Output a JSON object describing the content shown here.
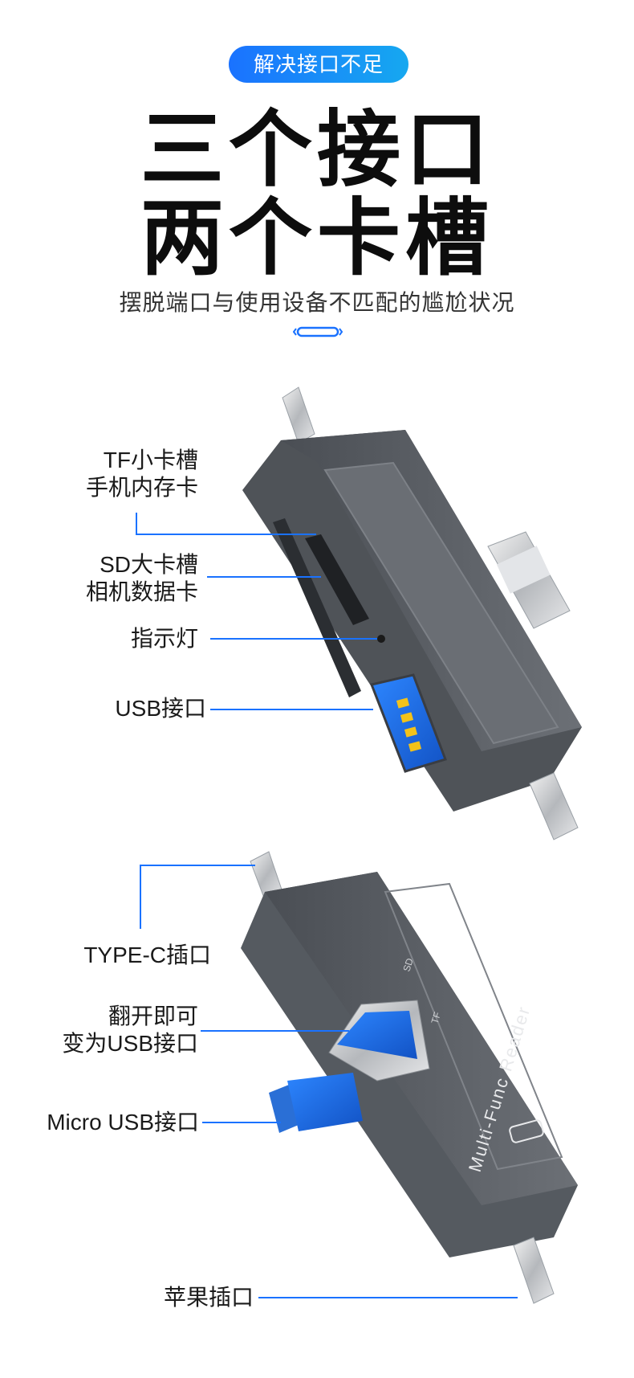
{
  "header": {
    "badge": "解决接口不足",
    "headline_line1": "三个接口",
    "headline_line2": "两个卡槽",
    "subtitle": "摆脱端口与使用设备不匹配的尴尬状况"
  },
  "device_top": {
    "labels": {
      "tf_line1": "TF小卡槽",
      "tf_line2": "手机内存卡",
      "sd_line1": "SD大卡槽",
      "sd_line2": "相机数据卡",
      "indicator": "指示灯",
      "usb": "USB接口"
    }
  },
  "device_bottom": {
    "printed_text": {
      "brand": "Multi-Func Reader",
      "sd": "SD",
      "tf": "TF"
    },
    "labels": {
      "typec": "TYPE-C插口",
      "flip_line1": "翻开即可",
      "flip_line2": "变为USB接口",
      "micro": "Micro USB接口",
      "apple": "苹果插口"
    }
  },
  "colors": {
    "accent_blue": "#1a72ff",
    "device_gray": "#5f6368",
    "usb_blue": "#1e6fe0",
    "gold_pin": "#f2c21a"
  }
}
